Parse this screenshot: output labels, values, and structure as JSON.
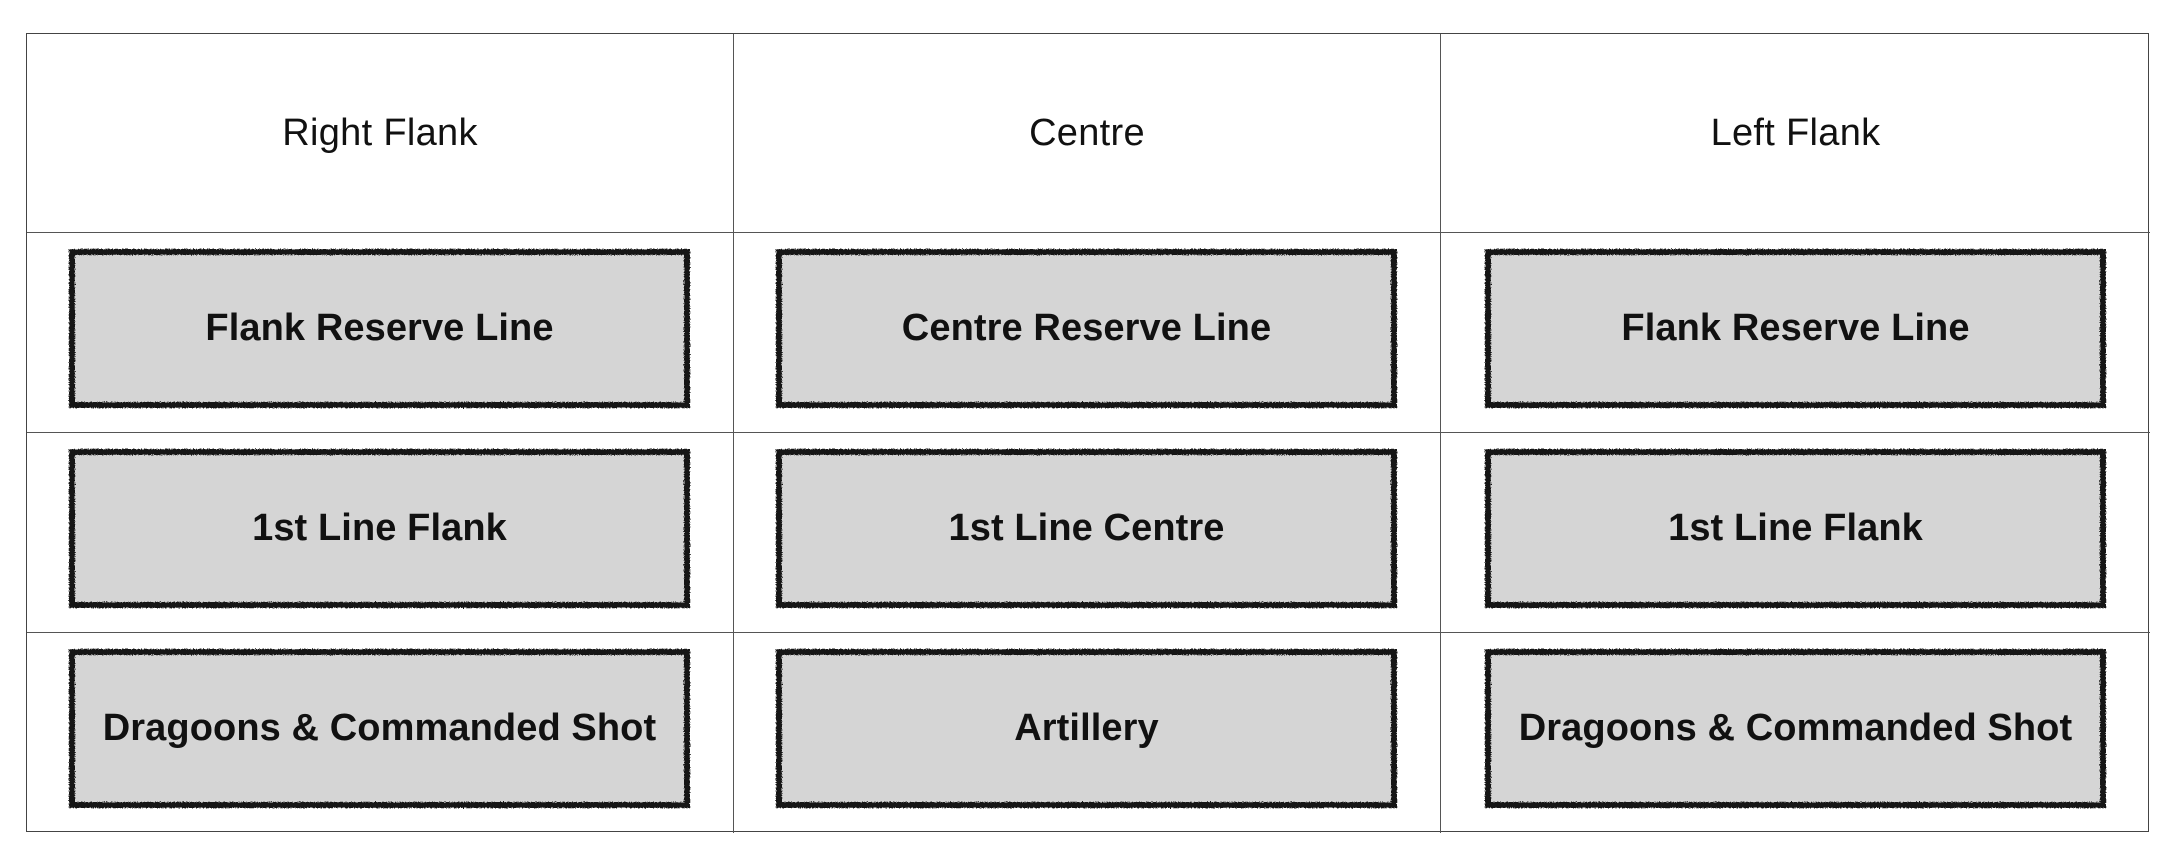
{
  "headers": [
    "Right Flank",
    "Centre",
    "Left Flank"
  ],
  "rows": [
    [
      "Flank Reserve Line",
      "Centre Reserve Line",
      "Flank Reserve Line"
    ],
    [
      "1st Line Flank",
      "1st Line Centre",
      "1st Line Flank"
    ],
    [
      "Dragoons & Commanded Shot",
      "Artillery",
      "Dragoons & Commanded Shot"
    ]
  ],
  "colors": {
    "box_fill": "#d5d5d5",
    "box_border": "#141414",
    "grid_lines": "#555555"
  }
}
